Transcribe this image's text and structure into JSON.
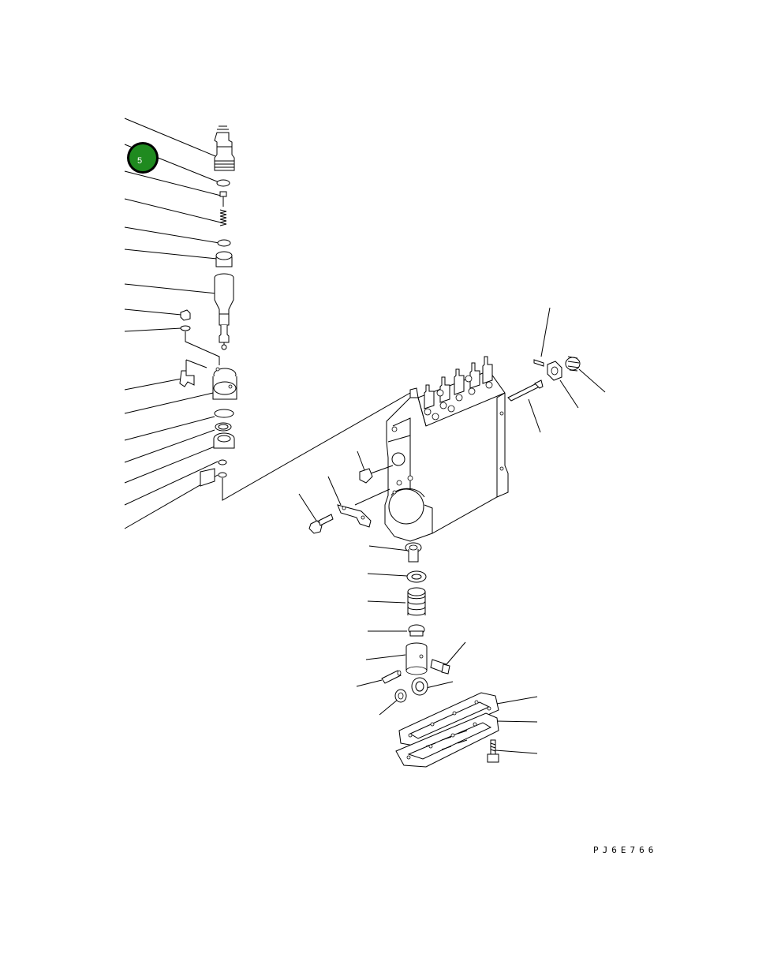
{
  "drawing": {
    "code": "PJ6E766",
    "callout": {
      "number": "5",
      "color": "#1f8a1f"
    }
  },
  "leader_lines": 34
}
